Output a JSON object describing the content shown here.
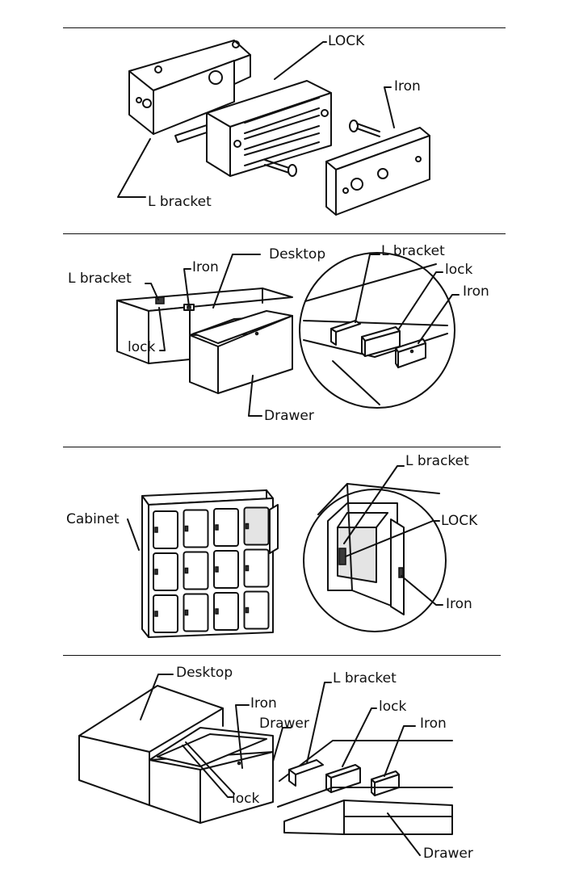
{
  "panel1": {
    "lock_label": "LOCK",
    "iron_label": "Iron",
    "lbracket_label": "L bracket"
  },
  "panel2": {
    "lbracket_label": "L bracket",
    "iron_label": "Iron",
    "desktop_label": "Desktop",
    "lock_label": "lock",
    "drawer_label": "Drawer",
    "detail_lbracket_label": "L bracket",
    "detail_lock_label": "lock",
    "detail_iron_label": "Iron"
  },
  "panel3": {
    "cabinet_label": "Cabinet",
    "lbracket_label": "L bracket",
    "lock_label": "LOCK",
    "iron_label": "Iron"
  },
  "panel4": {
    "desktop_label": "Desktop",
    "iron_label": "Iron",
    "drawer_label": "Drawer",
    "lock_label": "lock",
    "detail_lbracket_label": "L bracket",
    "detail_lock_label": "lock",
    "detail_iron_label": "Iron",
    "detail_drawer_label": "Drawer"
  }
}
